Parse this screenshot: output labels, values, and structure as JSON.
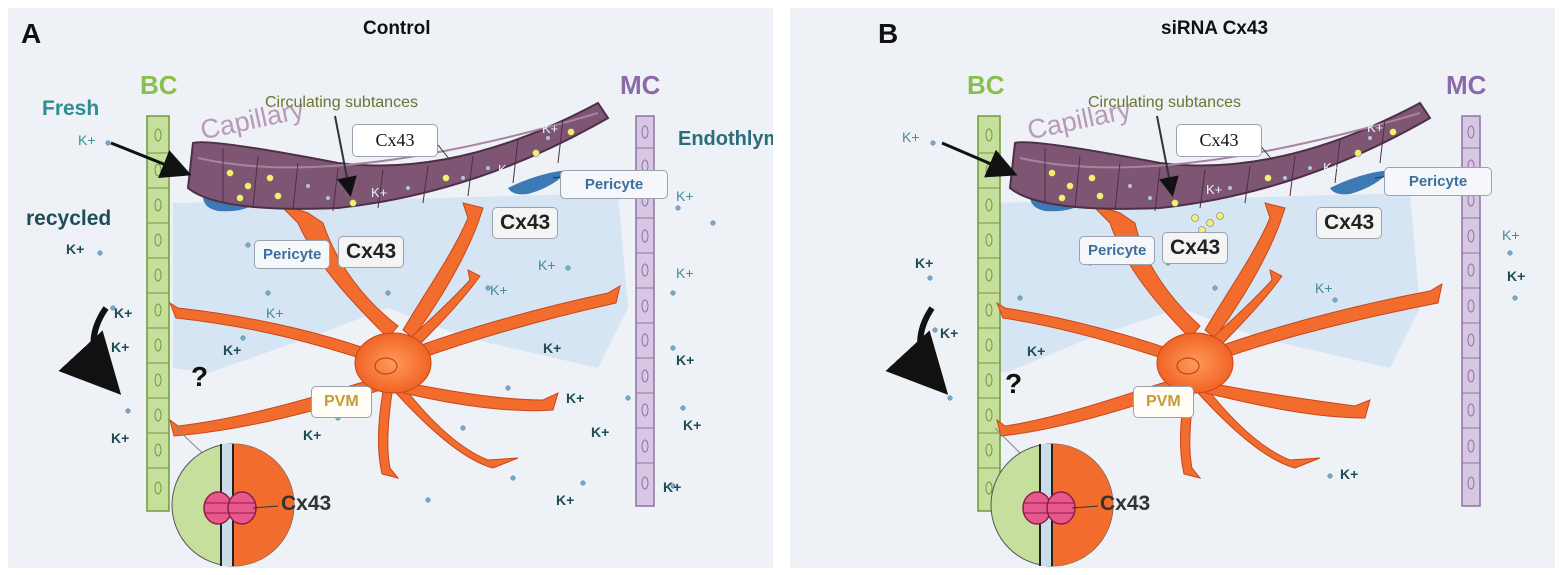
{
  "panels": [
    {
      "letter": "A",
      "title": "Control",
      "bc": "BC",
      "mc": "MC",
      "fresh": "Fresh",
      "recycled": "recycled",
      "endolymph": "Endothlymph",
      "capillary": "Capillary",
      "circulating": "Circulating subtances",
      "cx43_box": "Cx43",
      "cx43_right": "Cx43",
      "cx43_center": "Cx43",
      "pericyte_right": "Pericyte",
      "pericyte_left": "Pericyte",
      "pvm": "PVM",
      "question": "?",
      "cx43_zoom": "Cx43",
      "k": "K+"
    },
    {
      "letter": "B",
      "title": "siRNA Cx43",
      "bc": "BC",
      "mc": "MC",
      "capillary": "Capillary",
      "circulating": "Circulating subtances",
      "cx43_box": "Cx43",
      "cx43_right": "Cx43",
      "cx43_center": "Cx43",
      "pericyte_right": "Pericyte",
      "pericyte_left": "Pericyte",
      "pvm": "PVM",
      "question": "?",
      "cx43_zoom": "Cx43",
      "k": "K+"
    }
  ],
  "colors": {
    "basal_cell": "#c6df9c",
    "marginal_cell": "#d8c7e2",
    "capillary": "#7f5574",
    "pvm": "#f26d2d",
    "pericyte": "#3d79b5",
    "extracellular": "#cfe0f2",
    "connexon": "#e8588c"
  }
}
